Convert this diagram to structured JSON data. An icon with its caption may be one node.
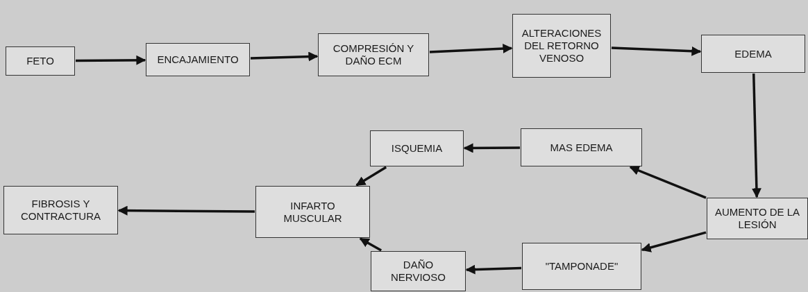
{
  "diagram": {
    "nodes": [
      {
        "text": [
          "FETO"
        ]
      },
      {
        "text": [
          "ENCAJAMIENTO"
        ]
      },
      {
        "text": [
          "COMPRESIÓN Y DAÑO ECM"
        ]
      },
      {
        "text": [
          "ALTERACIONES DEL RETORNO VENOSO"
        ]
      },
      {
        "text": [
          "EDEMA"
        ]
      },
      {
        "text": [
          "AUMENTO DE LA LESIÓN"
        ]
      },
      {
        "text": [
          "MAS EDEMA"
        ]
      },
      {
        "text": [
          "ISQUEMIA"
        ]
      },
      {
        "text": [
          "INFARTO MUSCULAR"
        ]
      },
      {
        "text": [
          "FIBROSIS Y CONTRACTURA"
        ]
      },
      {
        "text": [
          "\"TAMPONADE\""
        ]
      },
      {
        "text": [
          "DAÑO NERVIOSO"
        ]
      }
    ],
    "edges": [
      {
        "from": 0,
        "to": 1,
        "arrow": "to"
      },
      {
        "from": 1,
        "to": 2,
        "arrow": "to"
      },
      {
        "from": 2,
        "to": 3,
        "arrow": "to"
      },
      {
        "from": 3,
        "to": 4,
        "arrow": "to"
      },
      {
        "from": 4,
        "to": 5,
        "arrow": "to"
      },
      {
        "from": 5,
        "to": 6,
        "arrow": "to"
      },
      {
        "from": 5,
        "to": 10,
        "arrow": "to"
      },
      {
        "from": 6,
        "to": 7,
        "arrow": "to"
      },
      {
        "from": 7,
        "to": 8,
        "arrow": "to"
      },
      {
        "from": 8,
        "to": 9,
        "arrow": "to"
      },
      {
        "from": 10,
        "to": 11,
        "arrow": "to"
      },
      {
        "from": 11,
        "to": 8,
        "arrow": "to"
      }
    ]
  }
}
